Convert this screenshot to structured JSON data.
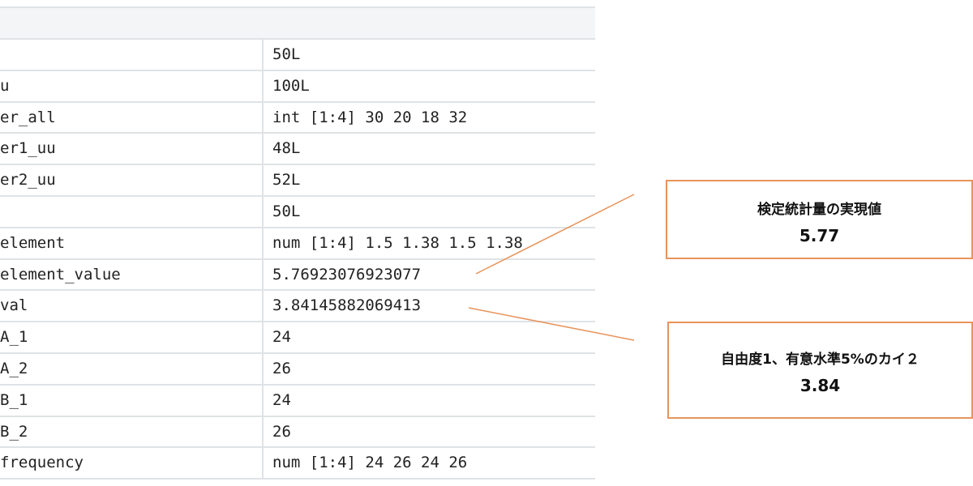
{
  "rows": [
    {
      "name": "",
      "value": "50L"
    },
    {
      "name": "u",
      "value": "100L"
    },
    {
      "name": "er_all",
      "value": "int [1:4] 30 20 18 32"
    },
    {
      "name": "er1_uu",
      "value": "48L"
    },
    {
      "name": "er2_uu",
      "value": "52L"
    },
    {
      "name": "",
      "value": "50L"
    },
    {
      "name": "element",
      "value": "num [1:4] 1.5 1.38 1.5 1.38"
    },
    {
      "name": "element_value",
      "value": "5.76923076923077"
    },
    {
      "name": "val",
      "value": "3.84145882069413"
    },
    {
      "name": "A_1",
      "value": "24"
    },
    {
      "name": "A_2",
      "value": "26"
    },
    {
      "name": "B_1",
      "value": "24"
    },
    {
      "name": "B_2",
      "value": "26"
    },
    {
      "name": "frequency",
      "value": "num [1:4] 24 26 24 26"
    }
  ],
  "callouts": [
    {
      "title": "検定統計量の実現値",
      "value": "5.77"
    },
    {
      "title": "自由度1、有意水準5%のカイ２",
      "value": "3.84"
    }
  ],
  "colors": {
    "accent": "#e8935a",
    "border": "#dfe3e6",
    "header": "#f3f5f6"
  }
}
